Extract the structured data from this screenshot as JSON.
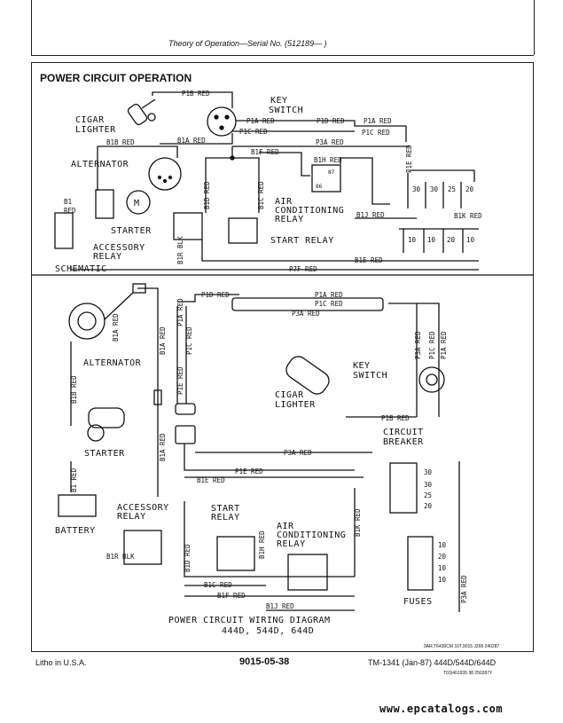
{
  "header": {
    "title": "Theory of Operation—Serial No. (512189—           )"
  },
  "section_title": "POWER CIRCUIT OPERATION",
  "schematic": {
    "caption": "SCHEMATIC",
    "components": {
      "cigar_lighter": [
        "CIGAR",
        "LIGHTER"
      ],
      "key_switch": [
        "KEY",
        "SWITCH"
      ],
      "alternator": "ALTERNATOR",
      "starter_motor": "M",
      "starter": "STARTER",
      "accessory_relay": [
        "ACCESSORY",
        "RELAY"
      ],
      "ac_relay": [
        "AIR",
        "CONDITIONING",
        "RELAY"
      ],
      "start_relay": "START RELAY"
    },
    "wires": {
      "p1b": "P1B RED",
      "p1a": "P1A RED",
      "p1c": "P1C RED",
      "p1d": "P1D RED",
      "p1a2": "P1A RED",
      "p1c2": "P1C RED",
      "b1b": "B1B RED",
      "b1a": "B1A RED",
      "p3a": "P3A RED",
      "b1f": "B1F RED",
      "b1h": "B1H RED",
      "b1": "B1",
      "red": "RED",
      "b1d": "B1D RED",
      "b1c": "B1C RED",
      "b1j": "B1J RED",
      "b1k": "B1K RED",
      "b1e": "B1E RED",
      "p7f": "P7F RED",
      "p1e": "P1E RED",
      "b1r": "B1R BLK"
    },
    "fuse_values_top": [
      "30",
      "30",
      "25",
      "20"
    ],
    "fuse_values_bottom": [
      "10",
      "10",
      "20",
      "10"
    ]
  },
  "wiring": {
    "caption": [
      "POWER CIRCUIT WIRING DIAGRAM",
      "444D, 544D, 644D"
    ],
    "components": {
      "alternator": "ALTERNATOR",
      "starter": "STARTER",
      "battery": "BATTERY",
      "accessory_relay": [
        "ACCESSORY",
        "RELAY"
      ],
      "start_relay": [
        "START",
        "RELAY"
      ],
      "ac_relay": [
        "AIR",
        "CONDITIONING",
        "RELAY"
      ],
      "key_switch": [
        "KEY",
        "SWITCH"
      ],
      "cigar_lighter": [
        "CIGAR",
        "LIGHTER"
      ],
      "circuit_breaker": [
        "CIRCUIT",
        "BREAKER"
      ],
      "fuses": "FUSES"
    },
    "wires": {
      "p1d": "P1D RED",
      "p1a": "P1A RED",
      "p1c": "P1C RED",
      "p3a": "P3A RED",
      "b1a": "B1A RED",
      "b1a2": "B1A RED",
      "b1b": "B1B RED",
      "b1": "B1 RED",
      "p1b": "P1B RED",
      "p3a2": "P3A RED",
      "p1e": "P1E RED",
      "b1e": "B1E RED",
      "b1c": "B1C RED",
      "b1f": "B1F RED",
      "b1j": "B1J RED",
      "b1d": "B1D RED",
      "b1h": "B1H RED",
      "b1k": "B1K RED",
      "b1r": "B1R BLK",
      "p3a3": "P3A RED",
      "p1e2": "P1E RED",
      "p1c2": "P1C RED",
      "p1a2": "P1A RED",
      "p3a_v": "P3A RED",
      "p1c_v": "P1C RED",
      "p1a_v": "P1A RED"
    },
    "breaker_values": [
      "30",
      "30",
      "25",
      "20"
    ],
    "fuse_values": [
      "10",
      "20",
      "10",
      "10"
    ]
  },
  "reference": "9AR,T6430CM   10T,9015   J266  240287",
  "footer": {
    "left": "Litho in U.S.A.",
    "center": "9015-05-38",
    "right": "TM-1341 (Jan-87) 444D/544D/644D",
    "right_small": "T03(401935  38  250287Y"
  },
  "watermark": "www.epcatalogs.com"
}
